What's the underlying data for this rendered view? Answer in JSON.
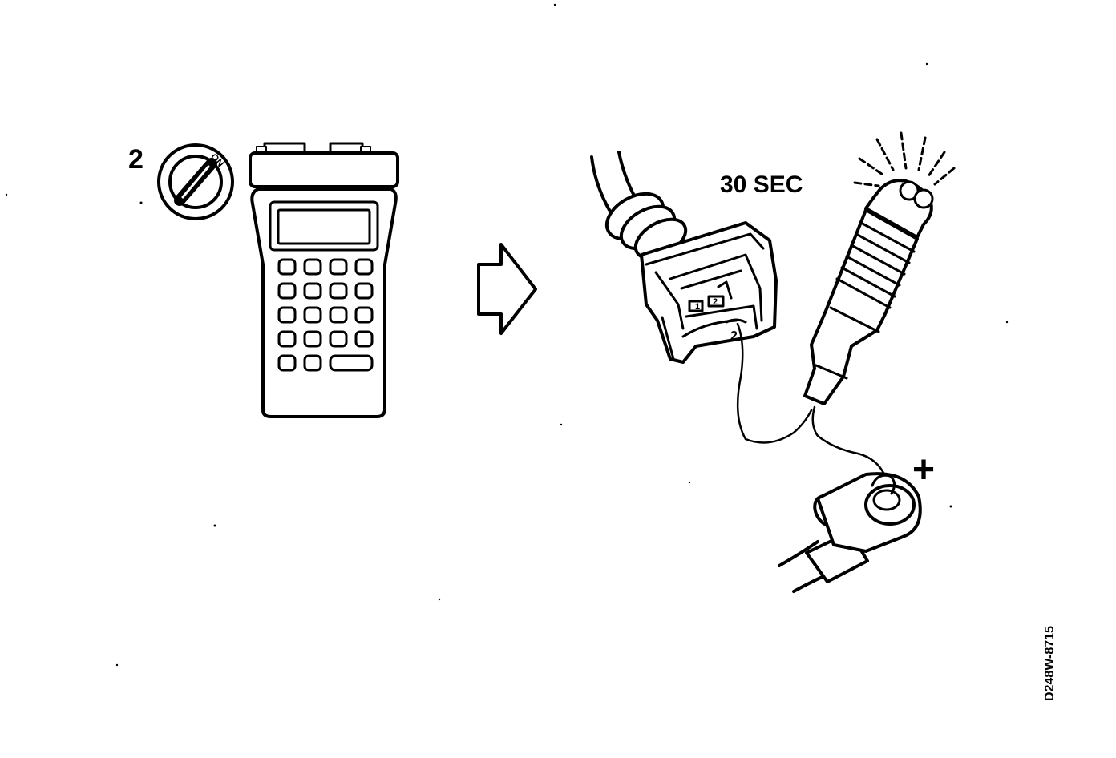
{
  "step_number": "2",
  "ignition_label": "ON",
  "timer_label": "30 SEC",
  "pin_label_left": "1",
  "pin_label_center": "2",
  "pin_label_right": "2",
  "polarity_label": "+",
  "figure_code": "D248W-8715",
  "colors": {
    "ink": "#000000",
    "paper": "#ffffff"
  },
  "icons": [
    "ignition-key-icon",
    "arrow-right-icon",
    "test-lamp-icon"
  ]
}
